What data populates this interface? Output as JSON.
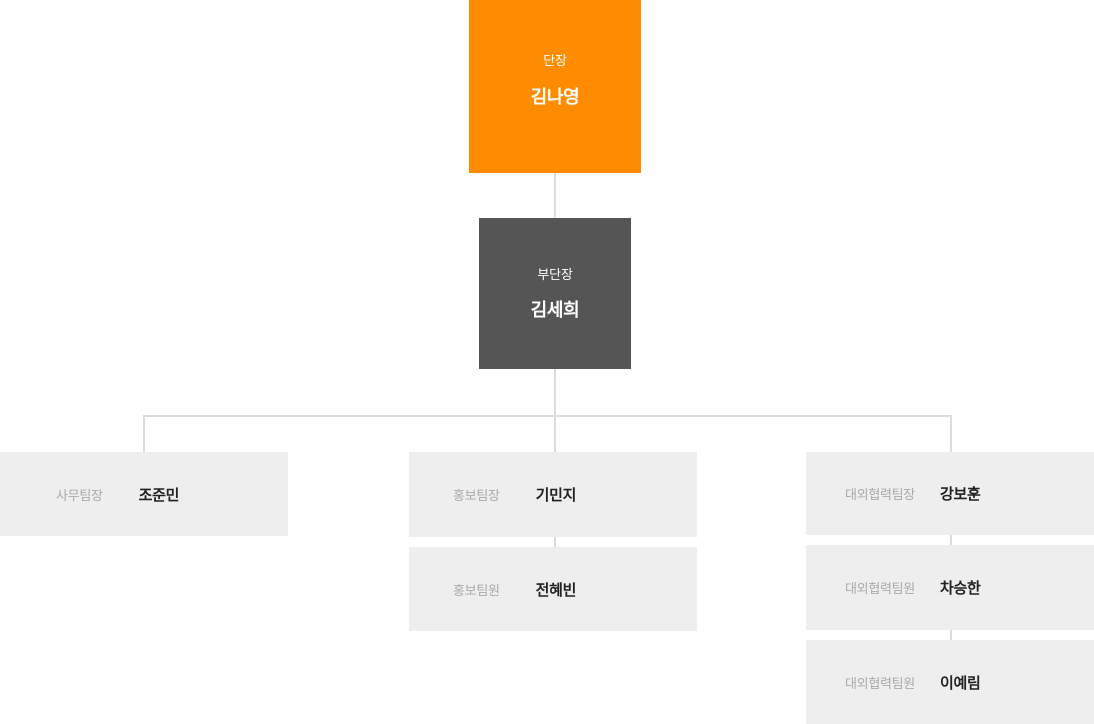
{
  "chart_data": {
    "type": "diagram",
    "title": "Organization Chart",
    "orientation": "top-down"
  },
  "colors": {
    "director_bg": "#ff8c00",
    "deputy_bg": "#555555",
    "team_bg": "#eeeeee",
    "connector": "#dcdcdc",
    "role_text": "#aaaaaa",
    "name_text": "#222222",
    "exec_text": "#ffffff",
    "page_bg": "#ffffff"
  },
  "nodes": {
    "director": {
      "role": "단장",
      "name": "김나영"
    },
    "deputy": {
      "role": "부단장",
      "name": "김세희"
    },
    "office_lead": {
      "role": "사무팀장",
      "name": "조준민"
    },
    "pr_lead": {
      "role": "홍보팀장",
      "name": "기민지"
    },
    "pr_member": {
      "role": "홍보팀원",
      "name": "전혜빈"
    },
    "ext_lead": {
      "role": "대외협력팀장",
      "name": "강보훈"
    },
    "ext_member_1": {
      "role": "대외협력팀원",
      "name": "차승한"
    },
    "ext_member_2": {
      "role": "대외협력팀원",
      "name": "이예림"
    }
  }
}
